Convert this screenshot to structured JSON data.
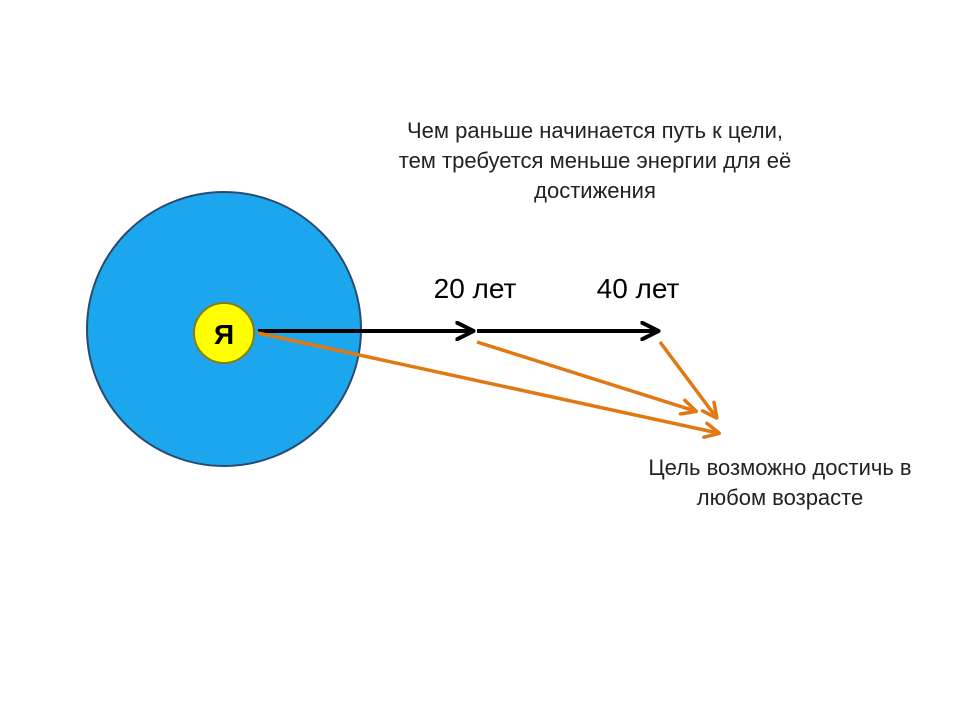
{
  "labels": {
    "self": "Я",
    "age_20": "20 лет",
    "age_40": "40 лет",
    "caption_top": "Чем раньше начинается путь к цели, тем требуется меньше энергии для её достижения",
    "caption_goal": "Цель возможно достичь в любом возрасте"
  },
  "colors": {
    "outer_circle_fill": "#1ba6ee",
    "outer_circle_stroke": "#2a4a6e",
    "inner_circle_fill": "#ffff00",
    "inner_circle_stroke": "#8a7a1a",
    "timeline_arrow": "#000000",
    "goal_arrow": "#e07814",
    "text": "#222222"
  }
}
